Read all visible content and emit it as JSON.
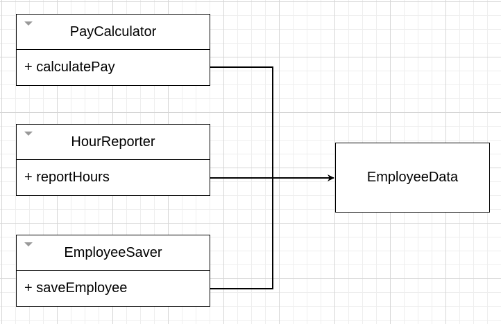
{
  "diagram": {
    "classes": [
      {
        "name": "PayCalculator",
        "method": "+ calculatePay"
      },
      {
        "name": "HourReporter",
        "method": "+ reportHours"
      },
      {
        "name": "EmployeeSaver",
        "method": "+ saveEmployee"
      }
    ],
    "target": {
      "name": "EmployeeData"
    }
  }
}
